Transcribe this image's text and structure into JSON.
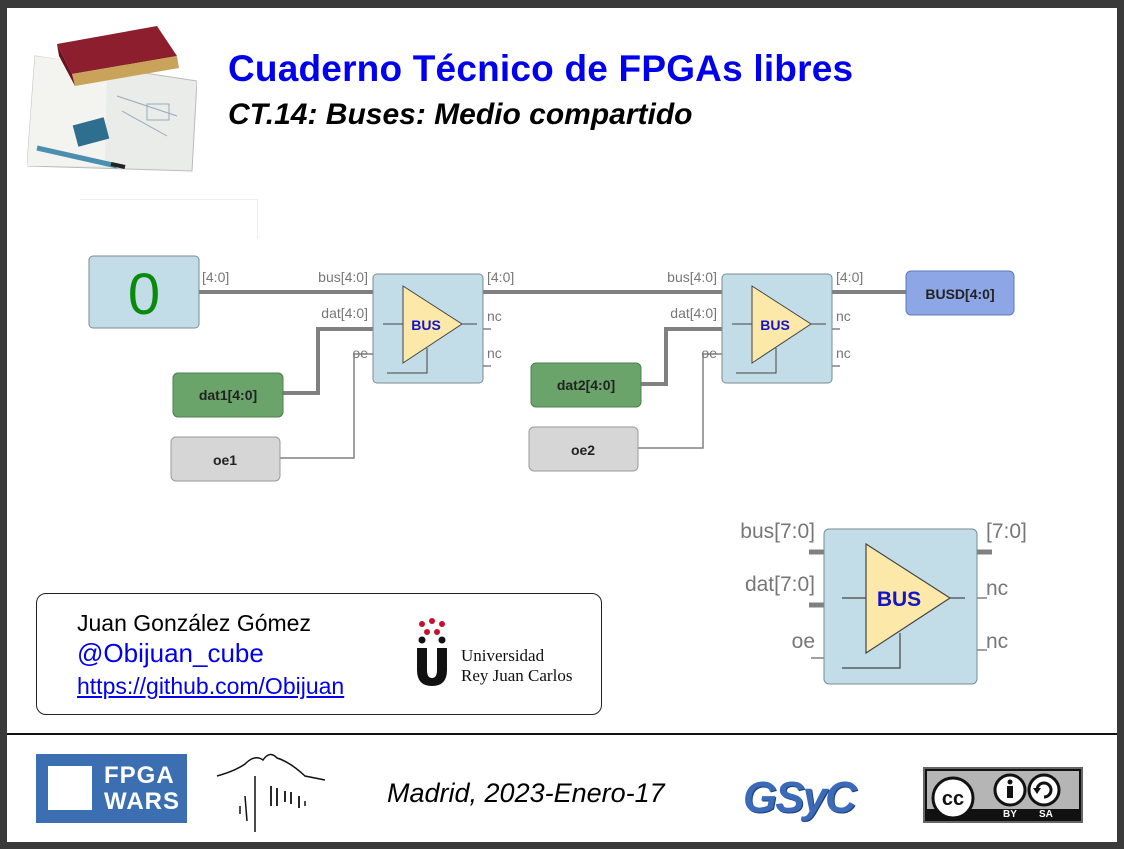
{
  "header": {
    "title": "Cuaderno Técnico de FPGAs libres",
    "subtitle": "CT.14: Buses: Medio compartido"
  },
  "circuit": {
    "const_value": "0",
    "wire_label_a": "[4:0]",
    "bus1_in_label": "bus[4:0]",
    "bus1_dat_label": "dat[4:0]",
    "bus1_oe_label": "oe",
    "bus1_out_label": "[4:0]",
    "bus1_nc1": "nc",
    "bus1_nc2": "nc",
    "bus1_block": "BUS",
    "dat1": "dat1[4:0]",
    "oe1": "oe1",
    "bus2_in_label": "bus[4:0]",
    "bus2_dat_label": "dat[4:0]",
    "bus2_oe_label": "oe",
    "bus2_out_label": "[4:0]",
    "bus2_nc1": "nc",
    "bus2_nc2": "nc",
    "bus2_block": "BUS",
    "dat2": "dat2[4:0]",
    "oe2": "oe2",
    "output": "BUSD[4:0]"
  },
  "big_block": {
    "in_bus": "bus[7:0]",
    "in_dat": "dat[7:0]",
    "in_oe": "oe",
    "out": "[7:0]",
    "nc1": "nc",
    "nc2": "nc",
    "label": "BUS"
  },
  "author": {
    "name": "Juan González Gómez",
    "handle": "@Obijuan_cube",
    "link": "https://github.com/Obijuan",
    "university_line1": "Universidad",
    "university_line2": "Rey Juan Carlos"
  },
  "footer": {
    "fpga_line1": "FPGA",
    "fpga_line2": "WARS",
    "date": "Madrid, 2023-Enero-17",
    "gsyc": "GSyC",
    "cc_by": "BY",
    "cc_sa": "SA"
  },
  "colors": {
    "title": "#0000ee",
    "block_fill": "#c3dde8",
    "triangle_fill": "#fce8a8",
    "dat_fill": "#6aa46a",
    "oe_fill": "#d6d6d6",
    "output_fill": "#8ca6e6",
    "const_text": "#0a8a0a"
  }
}
